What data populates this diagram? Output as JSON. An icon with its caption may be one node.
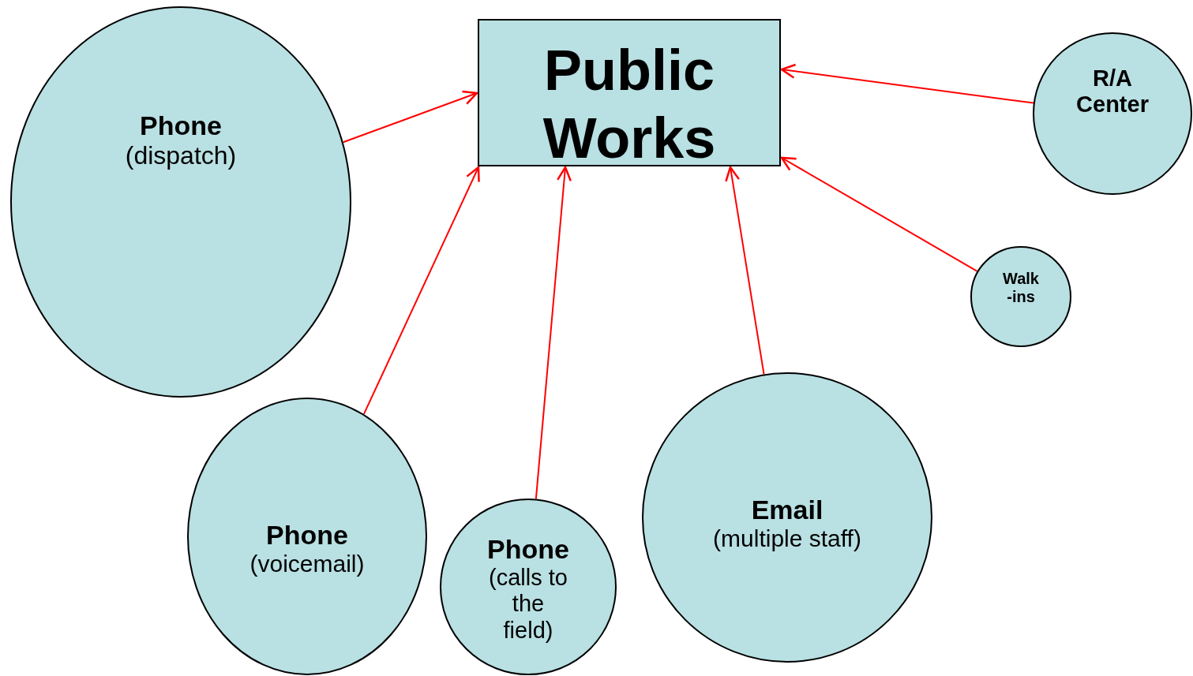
{
  "diagram": {
    "nodes": [
      {
        "text": [
          "Public Works"
        ]
      },
      {
        "text": [
          "Phone",
          "(dispatch)"
        ]
      },
      {
        "text": [
          "R/A Center"
        ]
      },
      {
        "text": [
          "Walk -ins"
        ]
      },
      {
        "text": [
          "Phone",
          "(voicemail)"
        ]
      },
      {
        "text": [
          "Phone",
          "(calls to the field)"
        ]
      },
      {
        "text": [
          "Email",
          "(multiple staff)"
        ]
      }
    ],
    "edges": [
      {
        "from": 1,
        "to": 0,
        "arrow": "to"
      },
      {
        "from": 2,
        "to": 0,
        "arrow": "to"
      },
      {
        "from": 3,
        "to": 0,
        "arrow": "to"
      },
      {
        "from": 4,
        "to": 0,
        "arrow": "to"
      },
      {
        "from": 5,
        "to": 0,
        "arrow": "to"
      },
      {
        "from": 6,
        "to": 0,
        "arrow": "to"
      }
    ]
  }
}
